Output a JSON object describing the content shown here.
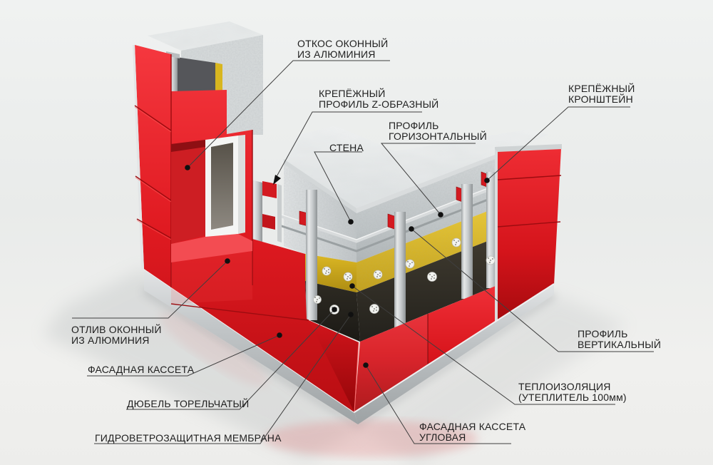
{
  "figure": {
    "type": "3d-cutaway-diagram",
    "subject": "ventilated facade cassette system on building corner"
  },
  "annotations": {
    "okos": {
      "line1": "ОТКОС ОКОННЫЙ",
      "line2": "ИЗ АЛЮМИНИЯ"
    },
    "zprofile": {
      "line1": "КРЕПЁЖНЫЙ",
      "line2": "ПРОФИЛЬ Z-ОБРАЗНЫЙ"
    },
    "stena": {
      "line1": "СТЕНА"
    },
    "gorizont": {
      "line1": "ПРОФИЛЬ",
      "line2": "ГОРИЗОНТАЛЬНЫЙ"
    },
    "kronshtein": {
      "line1": "КРЕПЁЖНЫЙ",
      "line2": "КРОНШТЕЙН"
    },
    "otliv": {
      "line1": "ОТЛИВ ОКОННЫЙ",
      "line2": "ИЗ АЛЮМИНИЯ"
    },
    "kasseta": {
      "line1": "ФАСАДНАЯ КАССЕТА"
    },
    "dyubel": {
      "line1": "ДЮБЕЛЬ ТОРЕЛЬЧАТЫЙ"
    },
    "membrana": {
      "line1": "ГИДРОВЕТРОЗАЩИТНАЯ МЕМБРАНА"
    },
    "vertikal": {
      "line1": "ПРОФИЛЬ",
      "line2": "ВЕРТИКАЛЬНЫЙ"
    },
    "teplo": {
      "line1": "ТЕПЛОИЗОЛЯЦИЯ",
      "line2": "(УТЕПЛИТЕЛЬ 100мм)"
    },
    "uglovaya": {
      "line1": "ФАСАДНАЯ КАССЕТА",
      "line2": "УГЛОВАЯ"
    }
  },
  "colors": {
    "cassette_red": "#e31e24",
    "insulation_yellow": "#d9b727",
    "membrane_dark": "#2e2b25",
    "concrete_gray": "#c6cbcc",
    "aluminum": "#ccd0d2",
    "background": "#eceeed",
    "label_text": "#1e1e1e",
    "leader_line": "#4a4a4a"
  }
}
